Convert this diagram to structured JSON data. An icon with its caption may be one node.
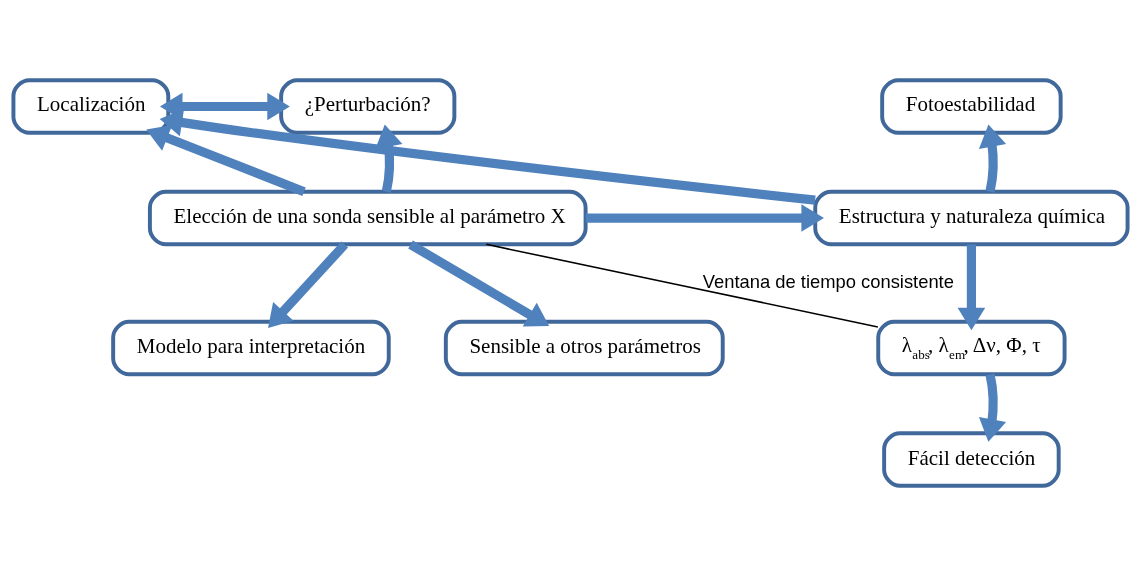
{
  "diagram": {
    "nodes": [
      {
        "text": [
          "Localización"
        ]
      },
      {
        "text": [
          "¿Perturbación?"
        ]
      },
      {
        "text": [
          "Fotoestabilidad"
        ]
      },
      {
        "text": [
          "Estructura y naturaleza química"
        ]
      },
      {
        "text": [
          "Elección de una sonda sensible al parámetro X"
        ]
      },
      {
        "text": [
          "λ$_{abs}$, λ$_{em}$, Δν, Φ, τ"
        ]
      },
      {
        "text": [
          "Sensible a otros parámetros"
        ]
      },
      {
        "text": [
          "Modelo para interpretación"
        ]
      },
      {
        "text": [
          "Fácil detección"
        ]
      }
    ],
    "edges": [
      {
        "from": 0,
        "to": 1,
        "arrow": "both"
      },
      {
        "from": 3,
        "to": 2,
        "arrow": "to"
      },
      {
        "from": 3,
        "to": 0,
        "arrow": "to"
      },
      {
        "from": 4,
        "to": 0,
        "arrow": "to"
      },
      {
        "from": 4,
        "to": 1,
        "arrow": "to"
      },
      {
        "from": 4,
        "to": 3,
        "arrow": "to"
      },
      {
        "from": 4,
        "to": 6,
        "arrow": "to"
      },
      {
        "from": 4,
        "to": 7,
        "arrow": "to"
      },
      {
        "from": 3,
        "to": 5,
        "arrow": "to"
      },
      {
        "from": 5,
        "to": 8,
        "arrow": "to"
      },
      {
        "from": 5,
        "to": 4,
        "arrow": "none",
        "label": "Ventana de tiempo consistente",
        "color": "#000000"
      }
    ]
  }
}
